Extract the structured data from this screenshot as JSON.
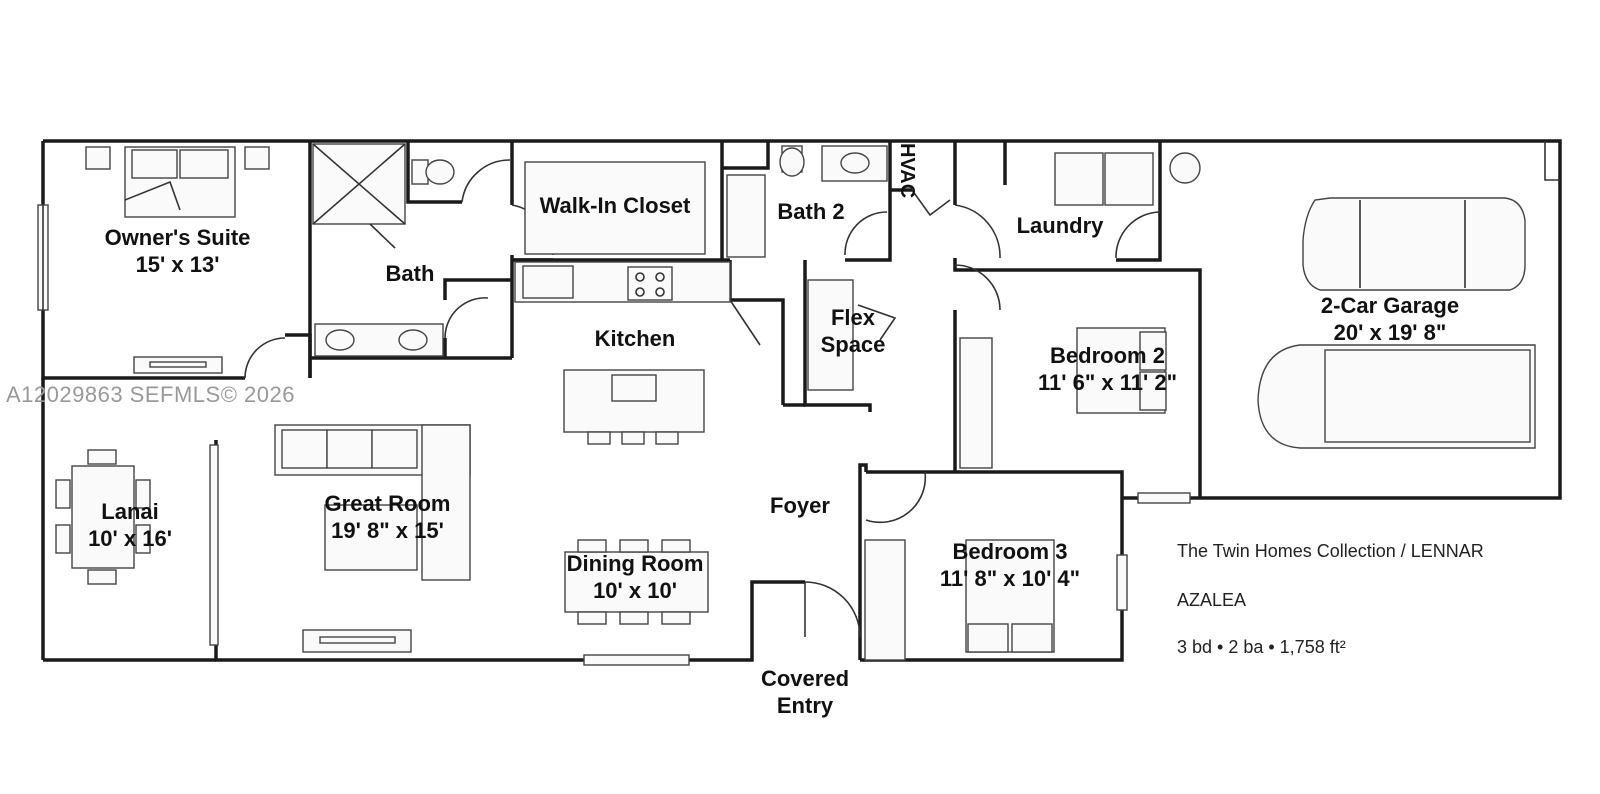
{
  "rooms": {
    "owners_suite": {
      "name": "Owner's Suite",
      "dims": "15' x 13'"
    },
    "bath": {
      "name": "Bath"
    },
    "walk_in_closet": {
      "name": "Walk-In Closet"
    },
    "bath2": {
      "name": "Bath 2"
    },
    "hvac": {
      "name": "HVAC"
    },
    "laundry": {
      "name": "Laundry"
    },
    "garage": {
      "name": "2-Car Garage",
      "dims": "20' x 19' 8\""
    },
    "kitchen": {
      "name": "Kitchen"
    },
    "flex": {
      "line1": "Flex",
      "line2": "Space"
    },
    "bedroom2": {
      "name": "Bedroom 2",
      "dims": "11' 6\" x 11' 2\""
    },
    "lanai": {
      "name": "Lanai",
      "dims": "10' x 16'"
    },
    "great_room": {
      "name": "Great Room",
      "dims": "19' 8\" x 15'"
    },
    "foyer": {
      "name": "Foyer"
    },
    "dining_room": {
      "name": "Dining Room",
      "dims": "10' x 10'"
    },
    "bedroom3": {
      "name": "Bedroom 3",
      "dims": "11' 8\" x 10' 4\""
    },
    "covered_entry": {
      "line1": "Covered",
      "line2": "Entry"
    }
  },
  "info": {
    "collection": "The Twin Homes Collection / LENNAR",
    "model": "AZALEA",
    "stats": "3 bd • 2 ba • 1,758 ft²"
  },
  "watermark": "A12029863  SEFMLS© 2026"
}
